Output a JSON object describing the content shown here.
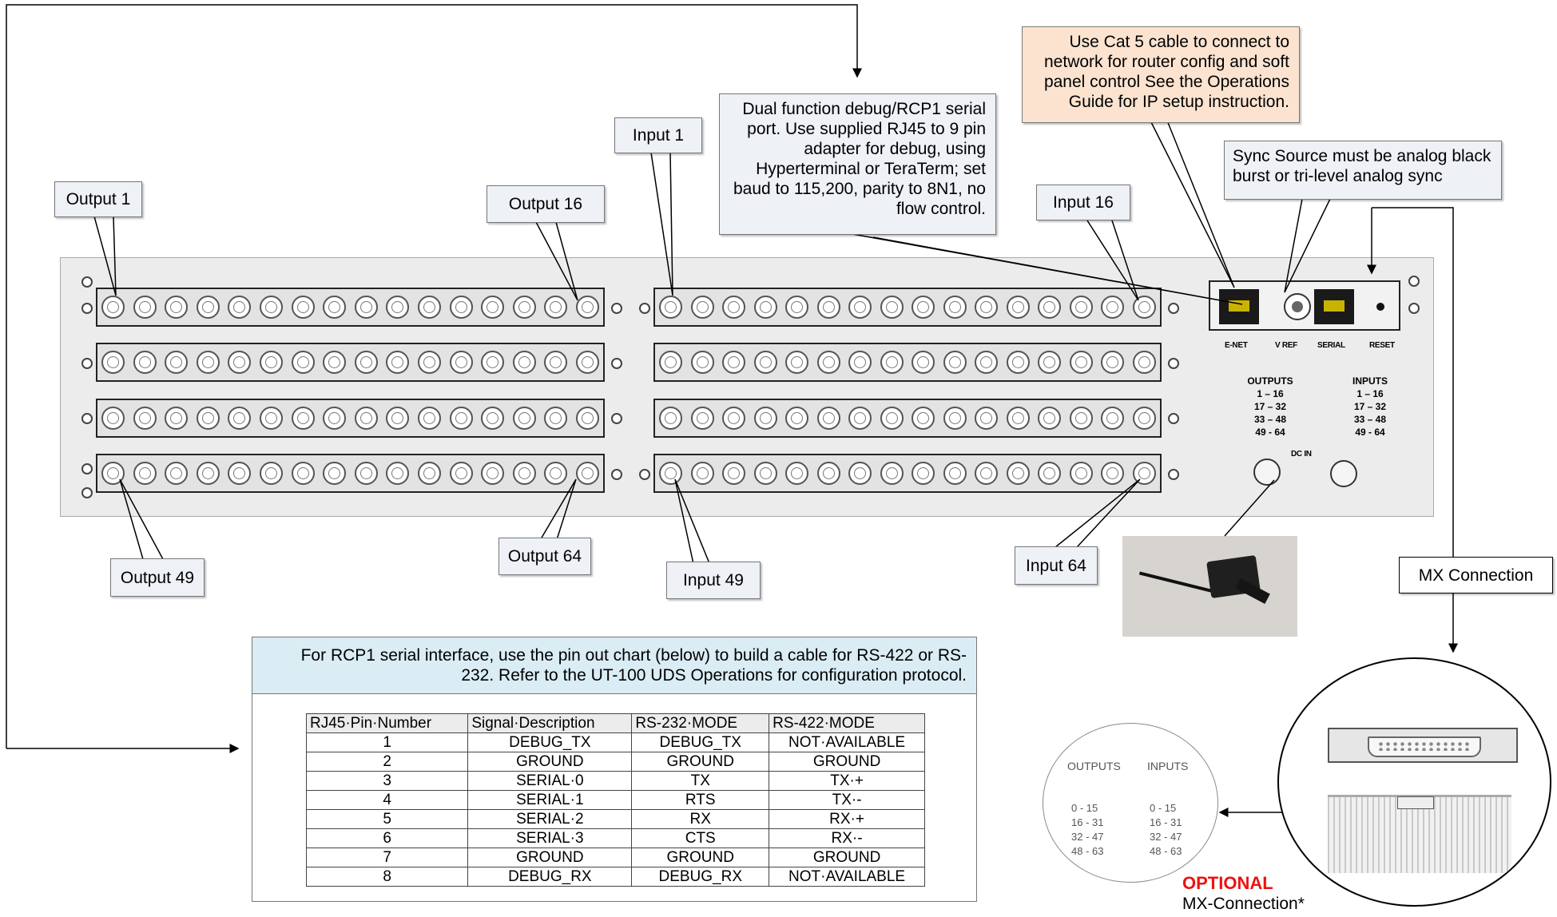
{
  "callouts": {
    "output_1": "Output 1",
    "output_16": "Output 16",
    "input_1": "Input 1",
    "input_16": "Input 16",
    "output_49": "Output 49",
    "output_64": "Output 64",
    "input_49": "Input 49",
    "input_64": "Input 64",
    "mx_connection": "MX Connection"
  },
  "notes": {
    "debug_serial": "Dual function debug/RCP1 serial port. Use supplied RJ45 to 9 pin adapter for debug, using Hyperterminal or TeraTerm; set baud to 115,200, parity to 8N1, no flow control.",
    "ethernet": "Use Cat 5 cable to connect to network for router config and soft panel control See the Operations Guide for IP setup instruction.",
    "sync_source": "Sync Source must be analog black burst or tri-level analog sync"
  },
  "panel": {
    "port_labels": [
      "E-NET",
      "V REF",
      "SERIAL",
      "RESET"
    ],
    "outputs_header": "OUTPUTS",
    "outputs_ranges": [
      "1 – 16",
      "17 – 32",
      "33 – 48",
      "49 - 64"
    ],
    "inputs_header": "INPUTS",
    "inputs_ranges": [
      "1 – 16",
      "17 – 32",
      "33 – 48",
      "49 - 64"
    ],
    "dc_in_label": "DC IN"
  },
  "rcp": {
    "intro": "For RCP1 serial interface, use the pin out chart (below) to build a cable for RS-422 or RS-232. Refer to the UT-100 UDS Operations for configuration protocol.",
    "columns": [
      "RJ45·Pin·Number",
      "Signal·Description",
      "RS-232·MODE",
      "RS-422·MODE"
    ],
    "rows": [
      [
        "1",
        "DEBUG_TX",
        "DEBUG_TX",
        "NOT·AVAILABLE"
      ],
      [
        "2",
        "GROUND",
        "GROUND",
        "GROUND"
      ],
      [
        "3",
        "SERIAL·0",
        "TX",
        "TX·+"
      ],
      [
        "4",
        "SERIAL·1",
        "RTS",
        "TX·-"
      ],
      [
        "5",
        "SERIAL·2",
        "RX",
        "RX·+"
      ],
      [
        "6",
        "SERIAL·3",
        "CTS",
        "RX·-"
      ],
      [
        "7",
        "GROUND",
        "GROUND",
        "GROUND"
      ],
      [
        "8",
        "DEBUG_RX",
        "DEBUG_RX",
        "NOT·AVAILABLE"
      ]
    ]
  },
  "mx": {
    "outputs_header": "OUTPUTS",
    "outputs_ranges": [
      "0 - 15",
      "16 - 31",
      "32 - 47",
      "48 - 63"
    ],
    "inputs_header": "INPUTS",
    "inputs_ranges": [
      "0 - 15",
      "16 - 31",
      "32 - 47",
      "48 - 63"
    ],
    "optional": "OPTIONAL",
    "connection": "MX-Connection*"
  }
}
